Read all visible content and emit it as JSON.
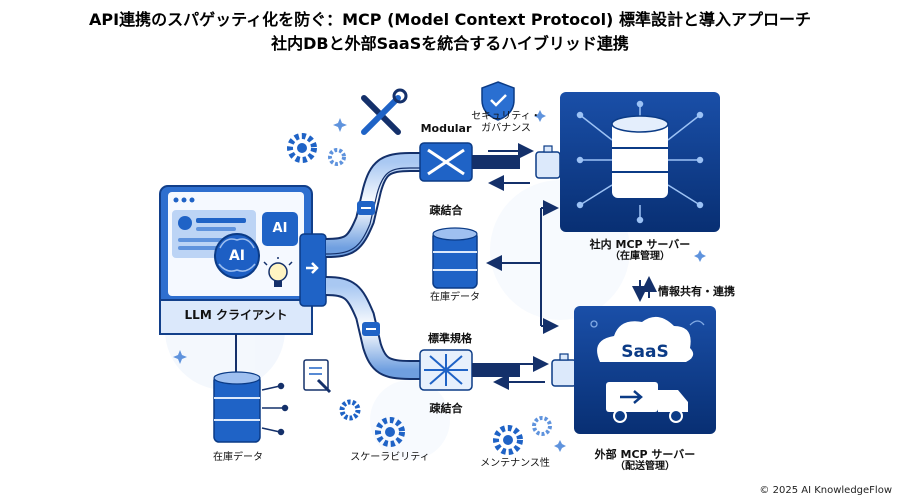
{
  "title_line1": "API連携のスパゲッティ化を防ぐ：MCP (Model Context Protocol) 標準設計と導入アプローチ",
  "title_line2": "社内DBと外部SaaSを統合するハイブリッド連携",
  "labels": {
    "llm_client": "LLM クライアント",
    "ai_badge": "AI",
    "ai_brain": "AI",
    "modular": "Modular",
    "security": "セキュリティ・\nガバナンス",
    "loose_top": "疎結合",
    "loose_bottom": "疎結合",
    "inventory_mid": "在庫データ",
    "inventory_left": "在庫データ",
    "standard": "標準規格",
    "info_share": "情報共有・連携",
    "internal_server": "社内 MCP サーバー",
    "internal_sub": "（在庫管理）",
    "saas_word": "SaaS",
    "external_server": "外部 MCP サーバー",
    "external_sub": "（配送管理）",
    "scalability": "スケーラビリティ",
    "maintenance": "メンテナンス性"
  },
  "copyright": "© 2025 AI KnowledgeFlow",
  "colors": {
    "navy": "#0b3b86",
    "blue": "#1f63c6",
    "light": "#dce9fb",
    "pale": "#eef4fd"
  },
  "icons": [
    "wrench-screwdriver-icon",
    "gear-icon",
    "shield-check-icon",
    "database-icon",
    "cloud-icon",
    "truck-icon",
    "document-icon",
    "connector-icon",
    "lightbulb-icon",
    "brain-icon"
  ]
}
